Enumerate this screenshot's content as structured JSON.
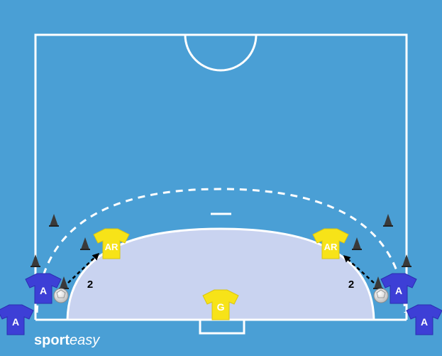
{
  "colors": {
    "background": "#4a9fd5",
    "court_lines": "#ffffff",
    "goal_area": "#c9d3f0",
    "attacker_shirt": "#3d3fd6",
    "defender_shirt": "#f7e318",
    "goalkeeper_shirt": "#f7e318",
    "cone": "#3a3a3a",
    "arrow": "#000000"
  },
  "players": [
    {
      "id": "attacker-left-front",
      "label": "A",
      "team": "attacker"
    },
    {
      "id": "attacker-left-back",
      "label": "A",
      "team": "attacker"
    },
    {
      "id": "attacker-right-front",
      "label": "A",
      "team": "attacker"
    },
    {
      "id": "attacker-right-back",
      "label": "A",
      "team": "attacker"
    },
    {
      "id": "defender-left",
      "label": "AR",
      "team": "defender"
    },
    {
      "id": "defender-right",
      "label": "AR",
      "team": "defender"
    },
    {
      "id": "goalkeeper",
      "label": "G",
      "team": "goalkeeper"
    }
  ],
  "arrows": [
    {
      "id": "left",
      "label": "2",
      "style": "dashed"
    },
    {
      "id": "right",
      "label": "2",
      "style": "dashed"
    }
  ],
  "balls": [
    "left",
    "right"
  ],
  "cones": [
    "left-outer",
    "left-mid",
    "left-low",
    "left-inner",
    "right-outer",
    "right-mid",
    "right-low",
    "right-inner"
  ],
  "branding": {
    "part1": "sport",
    "part2": "easy"
  }
}
